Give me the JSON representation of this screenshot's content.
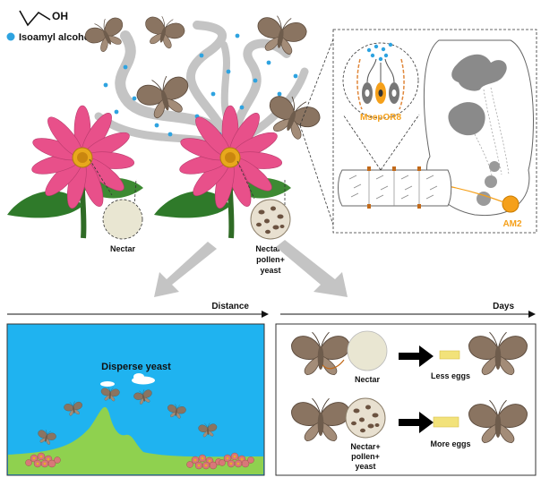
{
  "chemical": {
    "formula": "OH",
    "name": "Isoamyl alcohol"
  },
  "dishes": {
    "nectar": "Nectar",
    "nectar_pollen_yeast": [
      "Nectar+",
      "pollen+",
      "yeast"
    ]
  },
  "neuro": {
    "receptor": "MsepOR8",
    "glomerulus": "AM2"
  },
  "axes": {
    "distance": "Distance",
    "days": "Days"
  },
  "dispersal": {
    "label": "Disperse yeast"
  },
  "oviposition": {
    "nectar": "Nectar",
    "nectar_pollen_yeast": [
      "Nectar+",
      "pollen+",
      "yeast"
    ],
    "less_eggs": "Less eggs",
    "more_eggs": "More eggs"
  },
  "colors": {
    "sky": "#1fb3f0",
    "hill": "#8fd14f",
    "odor_dot": "#2ea3e0",
    "neuron_orange": "#f5a01a",
    "petal_pink": "#e8508a",
    "moth_brown": "#8a7461"
  }
}
